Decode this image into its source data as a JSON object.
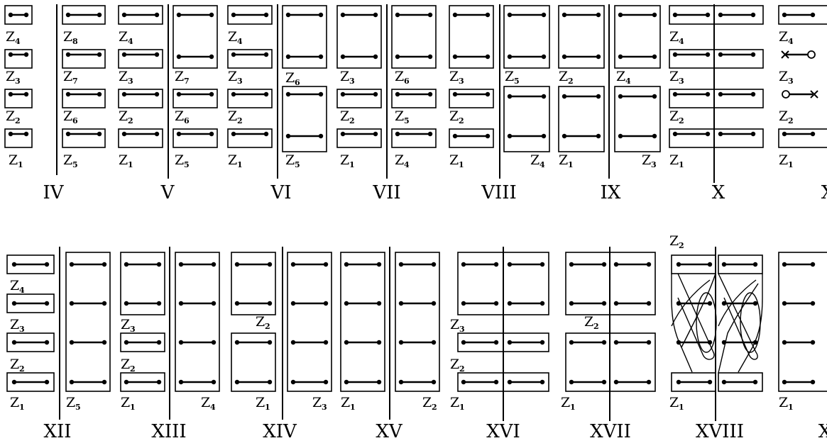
{
  "numerals": {
    "IV": "IV",
    "V": "V",
    "VI": "VI",
    "VII": "VII",
    "VIII": "VIII",
    "IX": "IX",
    "X": "X",
    "XI": "X",
    "XII": "XII",
    "XIII": "XIII",
    "XIV": "XIV",
    "XV": "XV",
    "XVI": "XVI",
    "XVII": "XVII",
    "XVIII": "XVIII",
    "XIX": "X"
  },
  "Z": {
    "letter": "Z",
    "1": "1",
    "2": "2",
    "3": "3",
    "4": "4",
    "5": "5",
    "6": "6",
    "7": "7",
    "8": "8"
  }
}
